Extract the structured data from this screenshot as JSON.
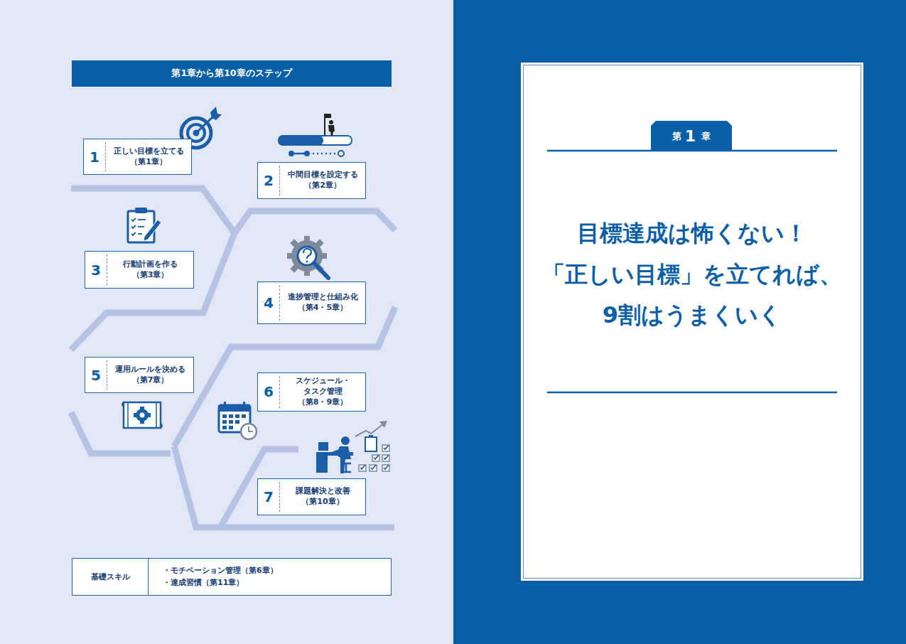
{
  "diagram": {
    "title": "第1章から第10章のステップ",
    "nodes": [
      {
        "text": [
          "1",
          "正しい目標を立てる （第1章）"
        ]
      },
      {
        "text": [
          "2",
          "中間目標を設定する （第2章）"
        ]
      },
      {
        "text": [
          "3",
          "行動計画を作る （第3章）"
        ]
      },
      {
        "text": [
          "4",
          "進捗管理と仕組み化 （第4・5章）"
        ]
      },
      {
        "text": [
          "5",
          "運用ルールを決める （第7章）"
        ]
      },
      {
        "text": [
          "6",
          "スケジュール・ タスク管理 （第8・9章）"
        ]
      },
      {
        "text": [
          "7",
          "課題解決と改善 （第10章）"
        ]
      },
      {
        "text": [
          "基礎スキル",
          "・モチベーション管理（第6章）",
          "・達成習慣（第11章）"
        ]
      },
      {
        "text": [
          "目標達成は怖くない！ 「正しい目標」を立てれば、 9割はうまくいく"
        ]
      },
      {
        "text": [
          "第 1 章"
        ],
        "in": 8
      }
    ]
  }
}
